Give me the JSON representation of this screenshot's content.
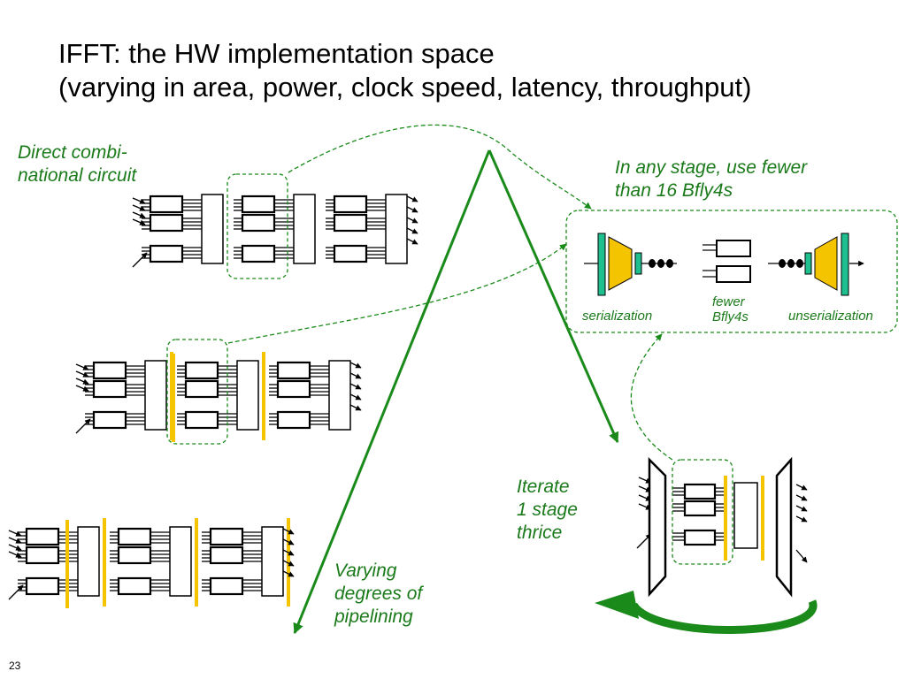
{
  "slide": {
    "title_line1": "IFFT: the HW implementation space",
    "title_line2": "(varying in area, power, clock speed, latency, throughput)",
    "page_number": "23"
  },
  "labels": {
    "direct_combinational": "Direct combi-\nnational circuit",
    "fewer_bfly4s_note": "In any stage, use fewer\nthan 16 Bfly4s",
    "serialization": "serialization",
    "fewer_bfly4s": "fewer\nBfly4s",
    "unserialization": "unserialization",
    "iterate": "Iterate\n1 stage\nthrice",
    "pipelining": "Varying\ndegrees of\npipelining"
  },
  "colors": {
    "green": "#1a8a1a",
    "label_green": "#1a7a1a",
    "yellow": "#f5c400",
    "teal": "#1fbf8f"
  }
}
